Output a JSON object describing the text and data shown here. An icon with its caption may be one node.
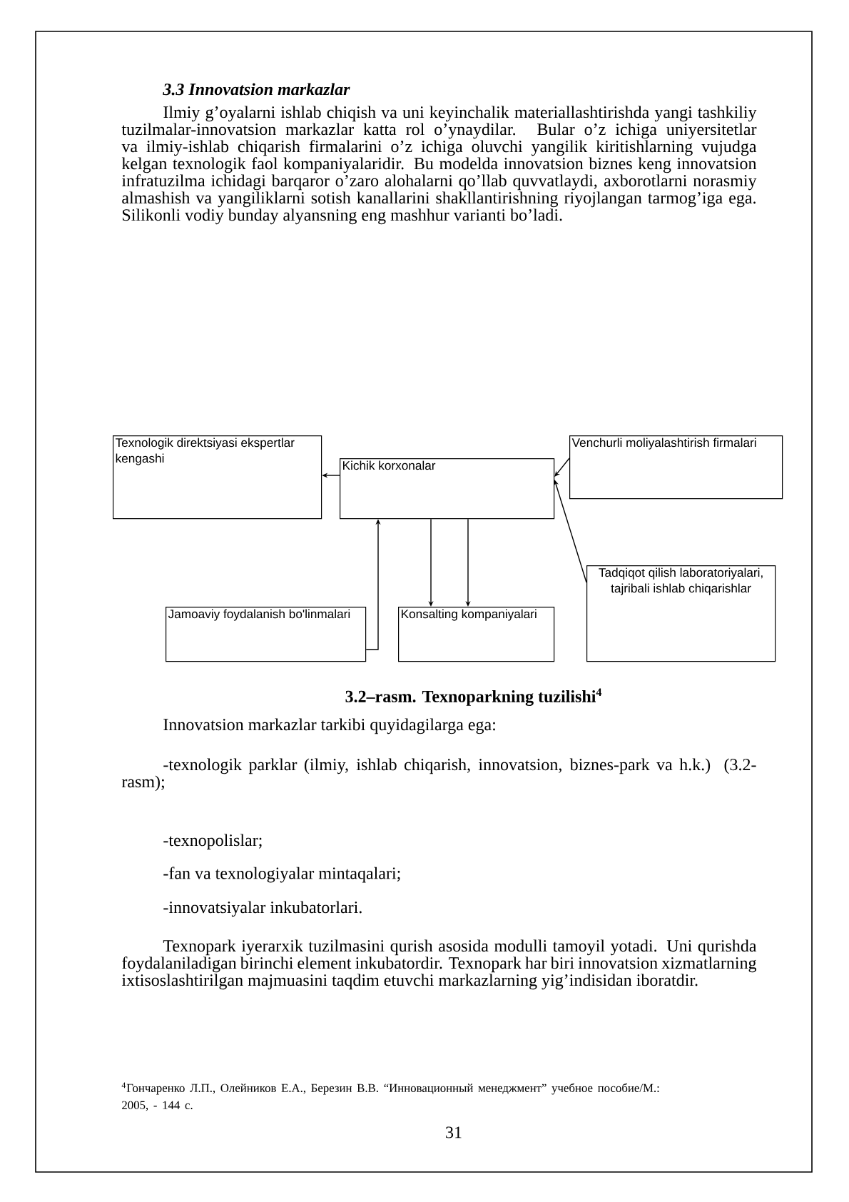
{
  "diagram": {
    "title": "3.3 Innovatsion markazlar",
    "caption": "3.2–rasm. Texnoparkning tuzilishi$^{4}$",
    "nodes": [
      {
        "text": [
          "Texnologik direktsiyasi ekspertlar kengashi"
        ]
      },
      {
        "text": [
          "Kichik korxonalar"
        ]
      },
      {
        "text": [
          "Venchurli moliyalashtirish firmalari"
        ]
      },
      {
        "text": [
          "Jamoaviy foydalanish bo'linmalari"
        ]
      },
      {
        "text": [
          "Konsalting kompaniyalari"
        ]
      },
      {
        "text": [
          "Tadqiqot qilish laboratoriyalari, tajribali ishlab chiqarishlar"
        ]
      }
    ],
    "edges": [
      {
        "from": 1,
        "to": 0,
        "arrow": "to"
      },
      {
        "from": 3,
        "to": 1,
        "arrow": "to"
      },
      {
        "from": 1,
        "to": 4,
        "arrow": "to"
      },
      {
        "from": 1,
        "to": 4,
        "arrow": "to"
      },
      {
        "from": 5,
        "to": 1,
        "arrow": "to"
      },
      {
        "from": 2,
        "to": 1,
        "arrow": "to"
      }
    ],
    "labels": [
      "Ilmiy g’oyalarni ishlab chiqish va uni keyinchalik materiallashtirishda yangi tashkiliy tuzilmalar-innovatsion markazlar katta rol o’ynaydilar. Bular o’z ichiga uniyersitetlar va ilmiy-ishlab chiqarish firmalarini o’z ichiga oluvchi yangilik kiritishlarning vujudga kelgan texnologik faol kompaniyalaridir. Bu modelda innovatsion biznes keng innovatsion infratuzilma ichidagi barqaror o’zaro alohalarni qo’llab quvvatlaydi, axborotlarni norasmiy almashish va yangiliklarni sotish kanallarini shakllantirishning riyojlangan tarmog’iga ega. Silikonli vodiy bunday alyansning eng mashhur varianti bo’ladi.",
      "Innovatsion markazlar tarkibi quyidagilarga ega:",
      "-texnologik parklar (ilmiy, ishlab chiqarish, innovatsion, biznes-park va h.k.) (3.2-rasm);",
      "-texnopolislar;",
      "-fan va texnologiyalar mintaqalari;",
      "-innovatsiyalar inkubatorlari.",
      "Texnopark iyerarxik tuzilmasini qurish asosida modulli tamoyil yotadi. Uni qurishda foydalaniladigan birinchi element inkubatordir. Texnopark har biri innovatsion xizmatlarning ixtisoslashtirilgan majmuasini taqdim etuvchi markazlarning yig’indisidan iboratdir.",
      "$^{4}$Гончаренко Л.П., Олейников Е.А., Березин В.В. “Инновационный менеджмент” учебное пособие/М.: 2005, - 144 с.",
      "31"
    ]
  }
}
